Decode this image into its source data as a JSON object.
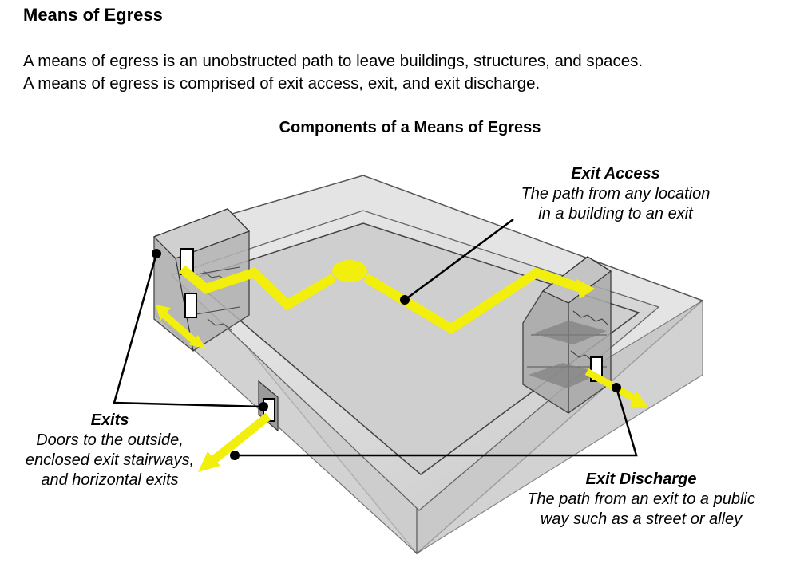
{
  "title": "Means of Egress",
  "intro": [
    "A means of egress is an unobstructed path to leave buildings, structures, and spaces.",
    "A means of egress is comprised of exit access, exit, and exit discharge."
  ],
  "figure_title": "Components of a Means of Egress",
  "labels": {
    "exit_access": {
      "heading": "Exit Access",
      "lines": [
        "The path from any location",
        "in a building to an exit"
      ]
    },
    "exits": {
      "heading": "Exits",
      "lines": [
        "Doors to the outside,",
        "enclosed exit stairways,",
        "and horizontal exits"
      ]
    },
    "exit_discharge": {
      "heading": "Exit Discharge",
      "lines": [
        "The path from an exit to a public",
        "way such as a street or alley"
      ]
    }
  },
  "colors": {
    "path": "#f2ef0c",
    "floor": "#d9d9d9",
    "stair_tower": "#a8a8a8",
    "leader": "#000000"
  }
}
